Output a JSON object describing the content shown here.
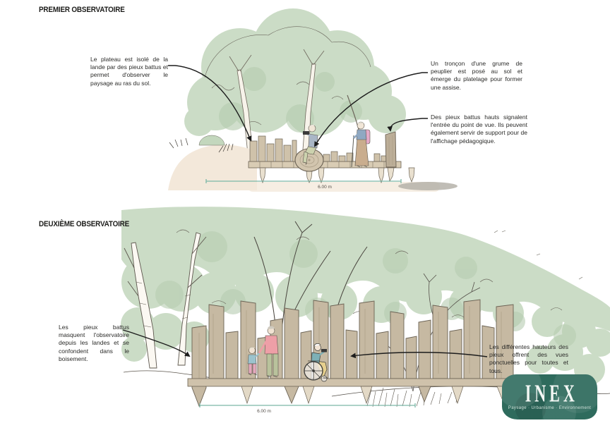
{
  "sections": [
    {
      "title": "PREMIER OBSERVATOIRE",
      "annotations": {
        "left": "Le plateau est isolé de la lande par des pieux battus et permet d'observer le paysage au ras du sol.",
        "right_top": "Un tronçon d'une grume de peuplier est posé au sol et émerge du platelage pour former une assise.",
        "right_bottom": "Des pieux battus hauts signalent l'entrée du point de vue. Ils peuvent également servir de support pour de l'affichage pédagogique."
      },
      "dimension_label": "6.00 m"
    },
    {
      "title": "DEUXIÈME OBSERVATOIRE",
      "annotations": {
        "left": "Les pieux battus masquent l'observatoire depuis les landes et se confondent dans le boisement.",
        "right": "Les différentes hauteurs des pieux offrent des vues ponctuelles pour toutes et tous."
      },
      "dimension_label": "6.00 m"
    }
  ],
  "logo": {
    "name": "INEX",
    "tagline": "Paysage · Urbanisme · Environnement"
  },
  "palette": {
    "foliage": "#cbdcc6",
    "foliage_dark": "#b7cdb1",
    "ground_sand": "#f3e8da",
    "wood": "#c6b9a2",
    "wood_outline": "#6b6254",
    "dimension_line": "#7cb7a7",
    "leader_line": "#1c1c1c",
    "logo_green": "#2e6b5d",
    "text": "#2b2b29"
  }
}
